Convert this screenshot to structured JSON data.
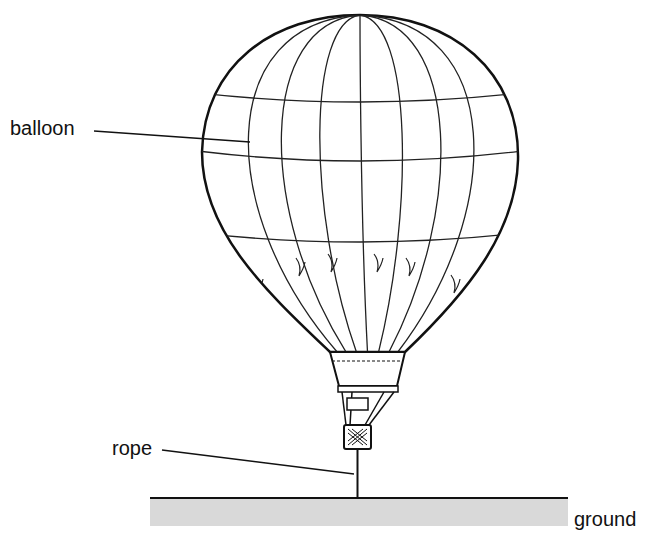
{
  "diagram": {
    "labels": [
      "balloon",
      "rope",
      "ground"
    ]
  }
}
